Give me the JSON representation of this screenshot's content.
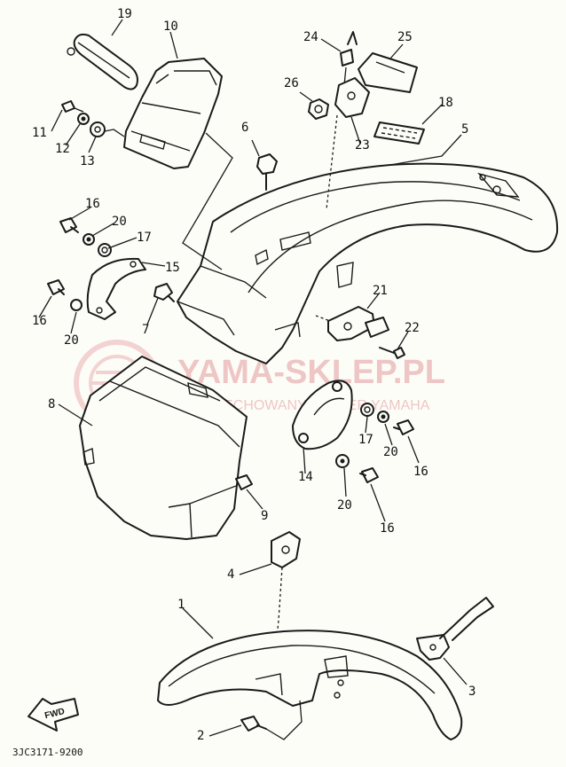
{
  "diagram": {
    "catalog_code": "3JC3171-9200",
    "fwd_label": "FWD",
    "watermark": {
      "main": "YAMA-SKLEP.PL",
      "sub": "WYSPECHOWANY DEALER YAMAHA"
    },
    "callouts": [
      {
        "label": "19",
        "name": "callout-19"
      },
      {
        "label": "10",
        "name": "callout-10"
      },
      {
        "label": "24",
        "name": "callout-24"
      },
      {
        "label": "25",
        "name": "callout-25"
      },
      {
        "label": "26",
        "name": "callout-26"
      },
      {
        "label": "18",
        "name": "callout-18"
      },
      {
        "label": "11",
        "name": "callout-11"
      },
      {
        "label": "12",
        "name": "callout-12"
      },
      {
        "label": "13",
        "name": "callout-13"
      },
      {
        "label": "6",
        "name": "callout-6"
      },
      {
        "label": "23",
        "name": "callout-23"
      },
      {
        "label": "5",
        "name": "callout-5"
      },
      {
        "label": "16",
        "name": "callout-16-a"
      },
      {
        "label": "20",
        "name": "callout-20-a"
      },
      {
        "label": "17",
        "name": "callout-17-a"
      },
      {
        "label": "15",
        "name": "callout-15"
      },
      {
        "label": "16",
        "name": "callout-16-b"
      },
      {
        "label": "20",
        "name": "callout-20-b"
      },
      {
        "label": "7",
        "name": "callout-7"
      },
      {
        "label": "21",
        "name": "callout-21"
      },
      {
        "label": "22",
        "name": "callout-22"
      },
      {
        "label": "8",
        "name": "callout-8"
      },
      {
        "label": "17",
        "name": "callout-17-b"
      },
      {
        "label": "20",
        "name": "callout-20-c"
      },
      {
        "label": "16",
        "name": "callout-16-c"
      },
      {
        "label": "14",
        "name": "callout-14"
      },
      {
        "label": "9",
        "name": "callout-9"
      },
      {
        "label": "20",
        "name": "callout-20-d"
      },
      {
        "label": "16",
        "name": "callout-16-d"
      },
      {
        "label": "4",
        "name": "callout-4"
      },
      {
        "label": "1",
        "name": "callout-1"
      },
      {
        "label": "3",
        "name": "callout-3"
      },
      {
        "label": "2",
        "name": "callout-2"
      }
    ]
  }
}
